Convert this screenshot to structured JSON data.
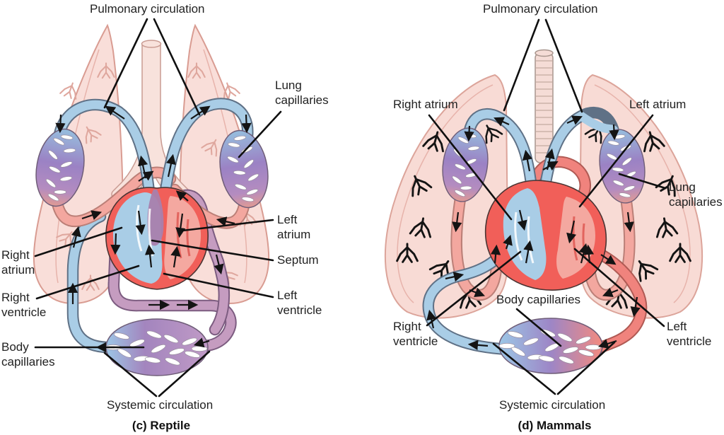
{
  "figure": {
    "panels": [
      {
        "id": "reptile",
        "caption": "(c) Reptile",
        "labels": {
          "pulmonary_circulation": "Pulmonary circulation",
          "lung_capillaries": "Lung\ncapillaries",
          "left_atrium": "Left\natrium",
          "septum": "Septum",
          "left_ventricle": "Left\nventricle",
          "right_atrium": "Right\natrium",
          "right_ventricle": "Right\nventricle",
          "body_capillaries": "Body\ncapillaries",
          "systemic_circulation": "Systemic circulation"
        }
      },
      {
        "id": "mammals",
        "caption": "(d) Mammals",
        "labels": {
          "pulmonary_circulation": "Pulmonary circulation",
          "right_atrium": "Right atrium",
          "left_atrium": "Left atrium",
          "lung_capillaries": "Lung\ncapillaries",
          "body_capillaries": "Body capillaries",
          "right_ventricle": "Right\nventricle",
          "left_ventricle": "Left\nventricle",
          "systemic_circulation": "Systemic circulation"
        }
      }
    ],
    "colors": {
      "oxygen_poor_blue": "#a9cde6",
      "oxygen_rich_salmon": "#f3a79f",
      "mixed_blood_purple": "#c59cc0",
      "systemic_red": "#f0837d",
      "heart_red": "#f15f59",
      "lung_pink": "#f9ded9",
      "capillary_purple": "#9b82c4",
      "line_black": "#141414"
    }
  }
}
